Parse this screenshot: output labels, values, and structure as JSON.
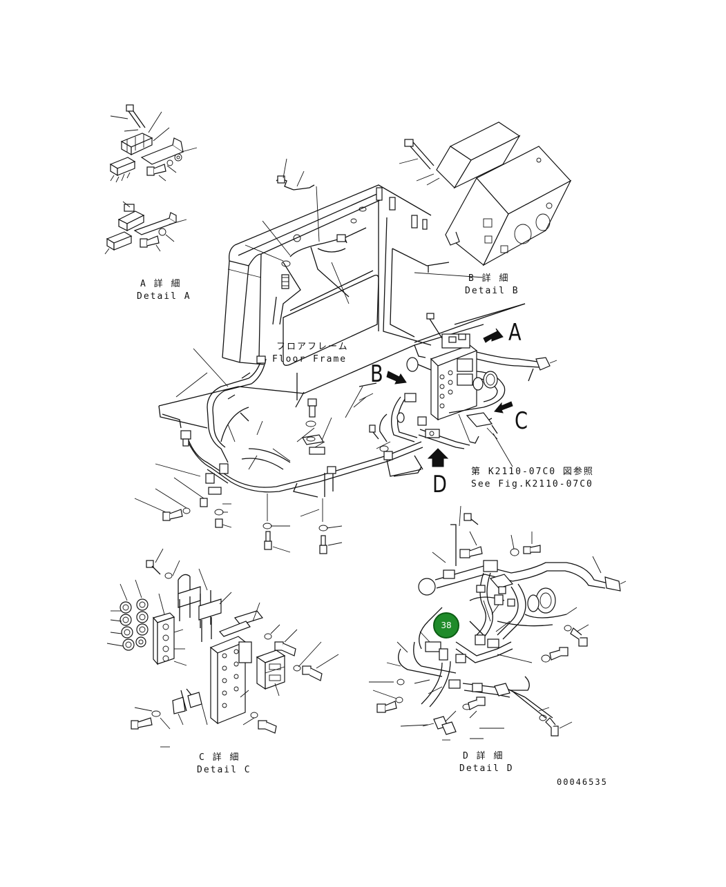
{
  "labels": {
    "detail_a_jp": "A 詳 細",
    "detail_a_en": "Detail A",
    "detail_b_jp": "B 詳 細",
    "detail_b_en": "Detail B",
    "detail_c_jp": "C 詳 細",
    "detail_c_en": "Detail C",
    "detail_d_jp": "D 詳 細",
    "detail_d_en": "Detail D",
    "floor_frame_jp": "フロアフレーム",
    "floor_frame_en": "Floor Frame",
    "see_fig_jp": "第 K2110-07C0 図参照",
    "see_fig_en": "See Fig.K2110-07C0",
    "figure_number": "00046535"
  },
  "view_letters": {
    "a": "A",
    "b": "B",
    "c": "C",
    "d": "D"
  },
  "callout": {
    "number": "38",
    "color": "#1f8b2a"
  },
  "colors": {
    "line": "#111111",
    "background": "#ffffff"
  }
}
